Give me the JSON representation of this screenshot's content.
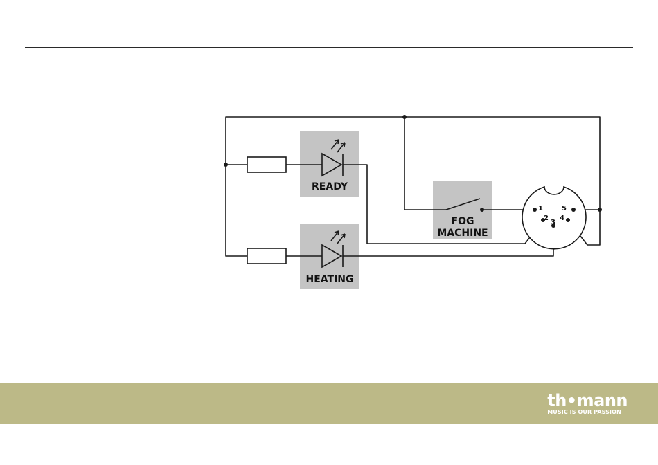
{
  "diagram": {
    "labels": {
      "ready": "READY",
      "heating": "HEATING",
      "fog_line1": "FOG",
      "fog_line2": "MACHINE"
    },
    "pins": {
      "p1": "1",
      "p2": "2",
      "p3": "3",
      "p4": "4",
      "p5": "5"
    },
    "colors": {
      "wire": "#1a1a1a",
      "box_fill": "#c4c4c4"
    }
  },
  "footer": {
    "brand": "th•mann",
    "tagline": "MUSIC IS OUR PASSION",
    "background": "#bcb987"
  }
}
